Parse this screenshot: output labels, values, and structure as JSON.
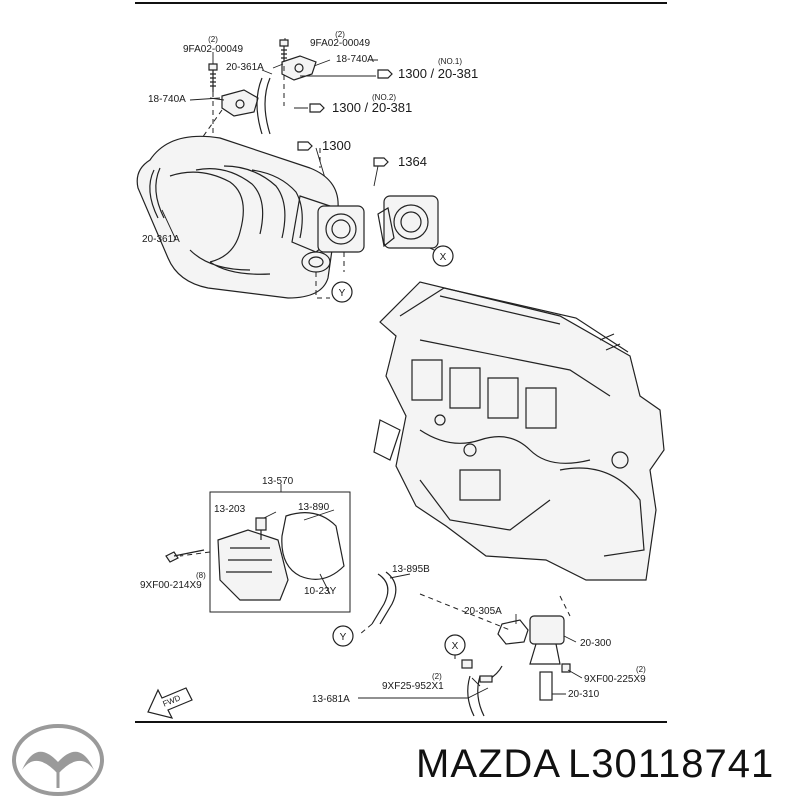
{
  "parts": {
    "p_9fa02_left": "9FA02-00049",
    "p_9fa02_left_qty": "(2)",
    "p_9fa02_right": "9FA02-00049",
    "p_9fa02_right_qty": "(2)",
    "p_20361a_top": "20-361A",
    "p_18740a_top": "18-740A",
    "p_18740a_left": "18-740A",
    "p_1300_no1": "1300 / 20-381",
    "p_no1": "(NO.1)",
    "p_1300_no2": "1300 / 20-381",
    "p_no2": "(NO.2)",
    "p_1300": "1300",
    "p_1364": "1364",
    "p_20361a_left": "20-361A",
    "callout_x": "X",
    "callout_y": "Y",
    "p_13570": "13-570",
    "p_13203": "13-203",
    "p_13890": "13-890",
    "p_1023y": "10-23Y",
    "p_9xf00_214": "9XF00-214X9",
    "p_9xf00_214_qty": "(8)",
    "p_13895b": "13-895B",
    "p_20305a": "20-305A",
    "p_20300": "20-300",
    "p_9xf00_225": "9XF00-225X9",
    "p_9xf00_225_qty": "(2)",
    "p_20310": "20-310",
    "p_9xf25": "9XF25-952X1",
    "p_9xf25_qty": "(2)",
    "p_13681a": "13-681A",
    "callout_x2": "X",
    "callout_y2": "Y",
    "fwd": "FWD"
  },
  "footer": {
    "brand": "MAZDA",
    "part_number": "L30118741"
  },
  "icons": {
    "logo": "mazda-logo-icon",
    "fwd": "fwd-arrow-icon"
  }
}
